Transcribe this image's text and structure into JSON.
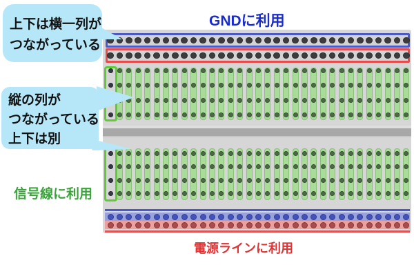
{
  "labels": {
    "gnd": "GNDに利用",
    "power": "電源ラインに利用",
    "signal": "信号線に利用"
  },
  "bubbles": {
    "top": {
      "lines": [
        "上下は横一列が",
        "つながっている"
      ]
    },
    "left": {
      "lines": [
        "縦の列が",
        "つながっている",
        "上下は別"
      ]
    }
  },
  "board": {
    "columns": 33,
    "field_rows": 4,
    "top_rail_rows": 2,
    "bottom_rail_rows": 2
  },
  "colors": {
    "bubble_fill": "#b5e7f9",
    "bubble_text": "#111111",
    "gnd_text": "#1b2ccc",
    "power_text": "#e13333",
    "signal_text": "#3aa43a",
    "board_body": "#d6d6d6",
    "board_divider": "#a8a8a8",
    "rail_blue_border": "#4a5ac8",
    "rail_red_border": "#e84b4b",
    "column_green_fill": "#a9dc98",
    "column_outline_green": "#5ecb33",
    "hole_dark": "#3c3c3c",
    "hole_green": "#4c6a46",
    "hole_first_column": "#343845",
    "bottom_blue_band": "#98a2dd",
    "bottom_blue_hole": "#4353bb",
    "bottom_blue_line": "#4a5ac8",
    "bottom_red_band": "#eda0a0",
    "bottom_red_hole": "#aa4c4c",
    "bottom_red_line": "#e05555"
  }
}
